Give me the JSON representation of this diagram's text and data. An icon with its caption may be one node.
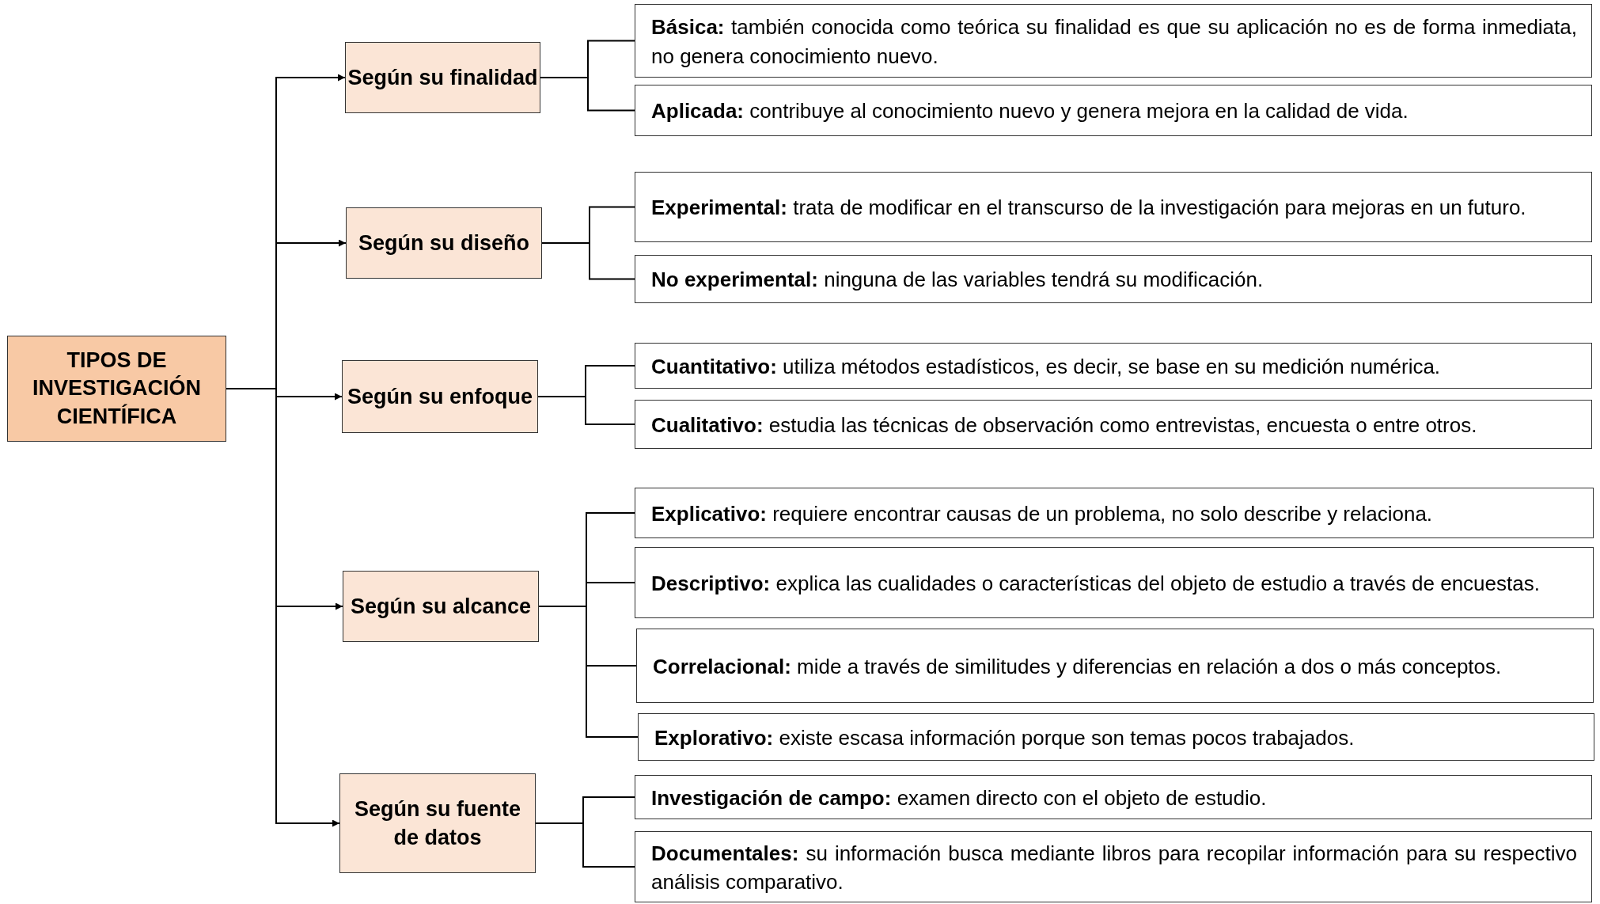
{
  "diagram": {
    "nodes": [
      {
        "text": [
          "TIPOS DE INVESTIGACIÓN CIENTÍFICA"
        ]
      },
      {
        "text": [
          "Según su finalidad"
        ]
      },
      {
        "text": [
          "Según su diseño"
        ]
      },
      {
        "text": [
          "Según su enfoque"
        ]
      },
      {
        "text": [
          "Según su alcance"
        ]
      },
      {
        "text": [
          "Según su fuente de datos"
        ]
      },
      {
        "text": [
          "**Básica:** también conocida como teórica su finalidad es que su aplicación no es de forma inmediata, no genera conocimiento nuevo."
        ]
      },
      {
        "text": [
          "**Aplicada:** contribuye al conocimiento nuevo y genera mejora en la calidad de vida."
        ]
      },
      {
        "text": [
          "**Experimental:** trata de modificar en el transcurso de la investigación para mejoras en un futuro."
        ]
      },
      {
        "text": [
          "**No experimental:** ninguna de las variables tendrá su modificación."
        ]
      },
      {
        "text": [
          "**Cuantitativo:** utiliza métodos estadísticos, es decir, se base en su medición numérica."
        ]
      },
      {
        "text": [
          "**Cualitativo:** estudia las técnicas de observación como entrevistas, encuesta o entre otros."
        ]
      },
      {
        "text": [
          "**Explicativo:** requiere encontrar causas de un problema, no solo describe y relaciona."
        ]
      },
      {
        "text": [
          "**Descriptivo:** explica las cualidades o características del objeto de estudio a través de encuestas."
        ]
      },
      {
        "text": [
          "**Correlacional:** mide a través de similitudes y diferencias en relación a dos o más conceptos."
        ]
      },
      {
        "text": [
          "**Explorativo:** existe escasa información porque son temas pocos trabajados."
        ]
      },
      {
        "text": [
          "**Investigación de campo:** examen directo con el objeto de estudio."
        ]
      },
      {
        "text": [
          "**Documentales:** su información busca mediante libros para recopilar información para su respectivo análisis comparativo."
        ]
      }
    ],
    "edges": [
      {
        "from": 0,
        "to": 1,
        "arrow": "to"
      },
      {
        "from": 0,
        "to": 2,
        "arrow": "to"
      },
      {
        "from": 0,
        "to": 3,
        "arrow": "to"
      },
      {
        "from": 0,
        "to": 4,
        "arrow": "to"
      },
      {
        "from": 0,
        "to": 5,
        "arrow": "to"
      },
      {
        "from": 1,
        "to": 6,
        "arrow": "none"
      },
      {
        "from": 1,
        "to": 7,
        "arrow": "none"
      },
      {
        "from": 2,
        "to": 8,
        "arrow": "none"
      },
      {
        "from": 2,
        "to": 9,
        "arrow": "none"
      },
      {
        "from": 3,
        "to": 10,
        "arrow": "none"
      },
      {
        "from": 3,
        "to": 11,
        "arrow": "none"
      },
      {
        "from": 4,
        "to": 12,
        "arrow": "none"
      },
      {
        "from": 4,
        "to": 13,
        "arrow": "none"
      },
      {
        "from": 4,
        "to": 14,
        "arrow": "none"
      },
      {
        "from": 4,
        "to": 15,
        "arrow": "none"
      },
      {
        "from": 5,
        "to": 16,
        "arrow": "none"
      },
      {
        "from": 5,
        "to": 17,
        "arrow": "none"
      }
    ]
  }
}
